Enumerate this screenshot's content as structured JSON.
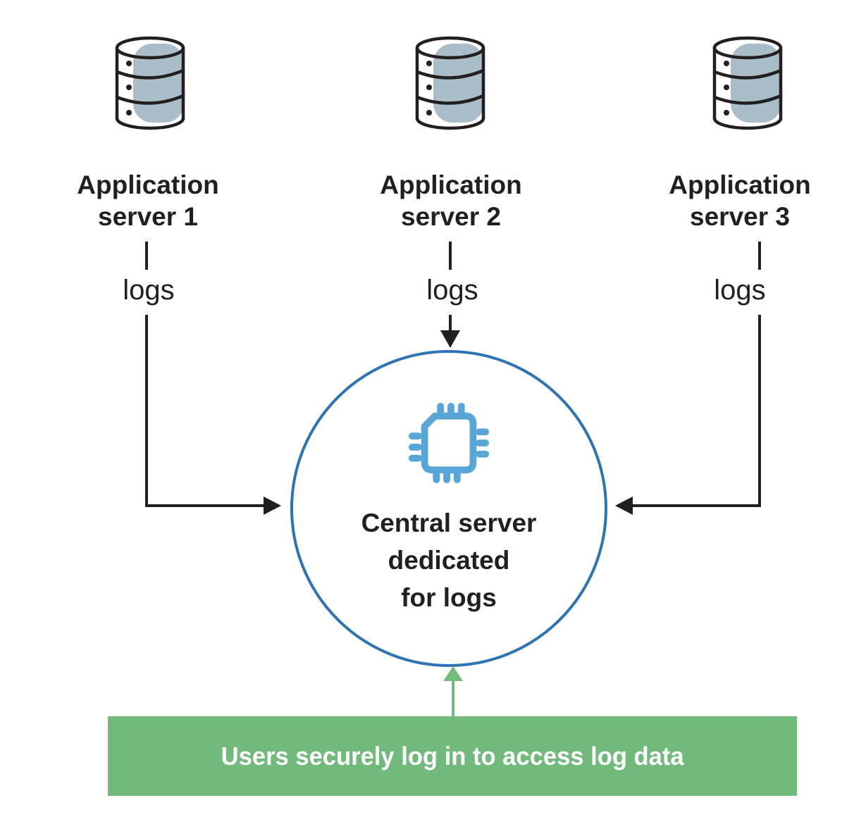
{
  "title": "Centralized logging architecture diagram",
  "colors": {
    "ink": "#231f20",
    "circle_stroke_blue": "#2e74b5",
    "chip_blue": "#58a6d8",
    "cylinder_fill_gray_blue": "#a9bec9",
    "banner_green": "#72ba7c",
    "arrow_green": "#74ba7d",
    "banner_text": "#ffffff",
    "background": "#ffffff"
  },
  "servers": [
    {
      "name": "Application server 1",
      "label": "Application\nserver 1",
      "flow_label": "logs",
      "icon": "database-icon"
    },
    {
      "name": "Application server 2",
      "label": "Application\nserver 2",
      "flow_label": "logs",
      "icon": "database-icon"
    },
    {
      "name": "Application server 3",
      "label": "Application\nserver 3",
      "flow_label": "logs",
      "icon": "database-icon"
    }
  ],
  "central_server": {
    "label": "Central server\ndedicated\nfor logs",
    "icon": "cpu-chip-icon"
  },
  "banner": {
    "label": "Users securely log in to access log data"
  }
}
